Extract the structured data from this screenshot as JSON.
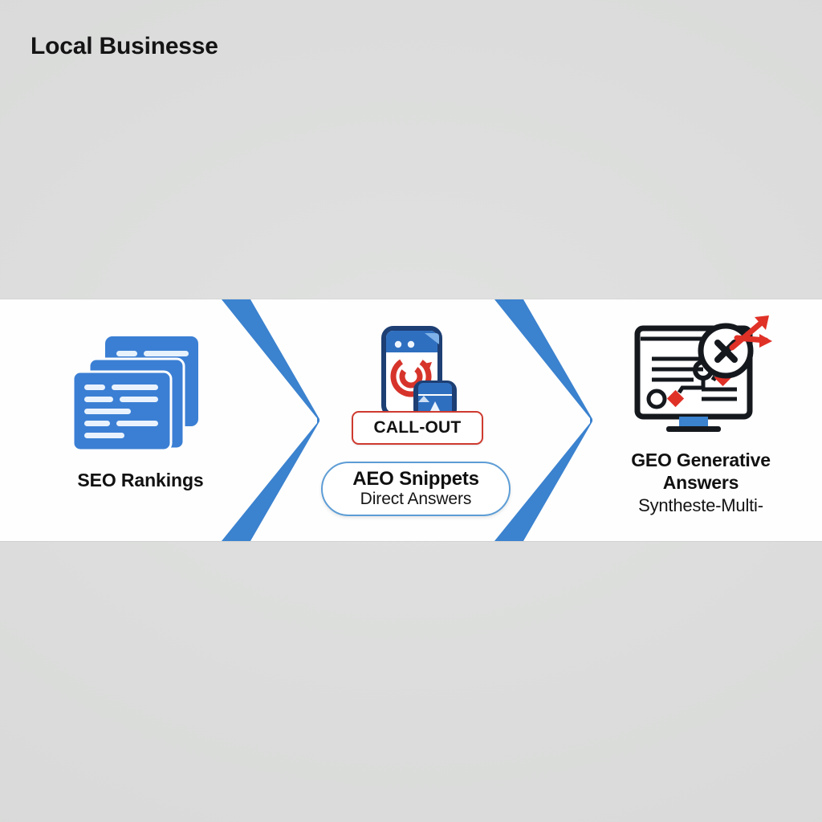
{
  "header": {
    "title": "Local Businesse"
  },
  "colors": {
    "background": "#dddedd",
    "band": "#fefefe",
    "chevron_blue": "#3b82cf",
    "card_blue": "#3b7fd4",
    "callout_red": "#cf3a2f",
    "pill_blue": "#5d9dd6",
    "icon_dark": "#15191e",
    "accent_red": "#e03127",
    "text": "#111111"
  },
  "flow": {
    "chevrons": [
      {
        "name": "chevron-1",
        "icon": "chevron-right-icon"
      },
      {
        "name": "chevron-2",
        "icon": "chevron-right-icon"
      }
    ],
    "stages": [
      {
        "id": "seo",
        "icon": "stacked-documents-icon",
        "caption": "SEO Rankings"
      },
      {
        "id": "aeo",
        "icon": "mobile-snippet-icon",
        "badge": "CALL-OUT",
        "pill_title": "AEO Snippets",
        "pill_subtitle": "Direct Answers"
      },
      {
        "id": "geo",
        "icon": "monitor-analytics-icon",
        "title_line1": "GEO Generative",
        "title_line2": "Answers",
        "subtitle": "Syntheste-Multi-"
      }
    ]
  }
}
